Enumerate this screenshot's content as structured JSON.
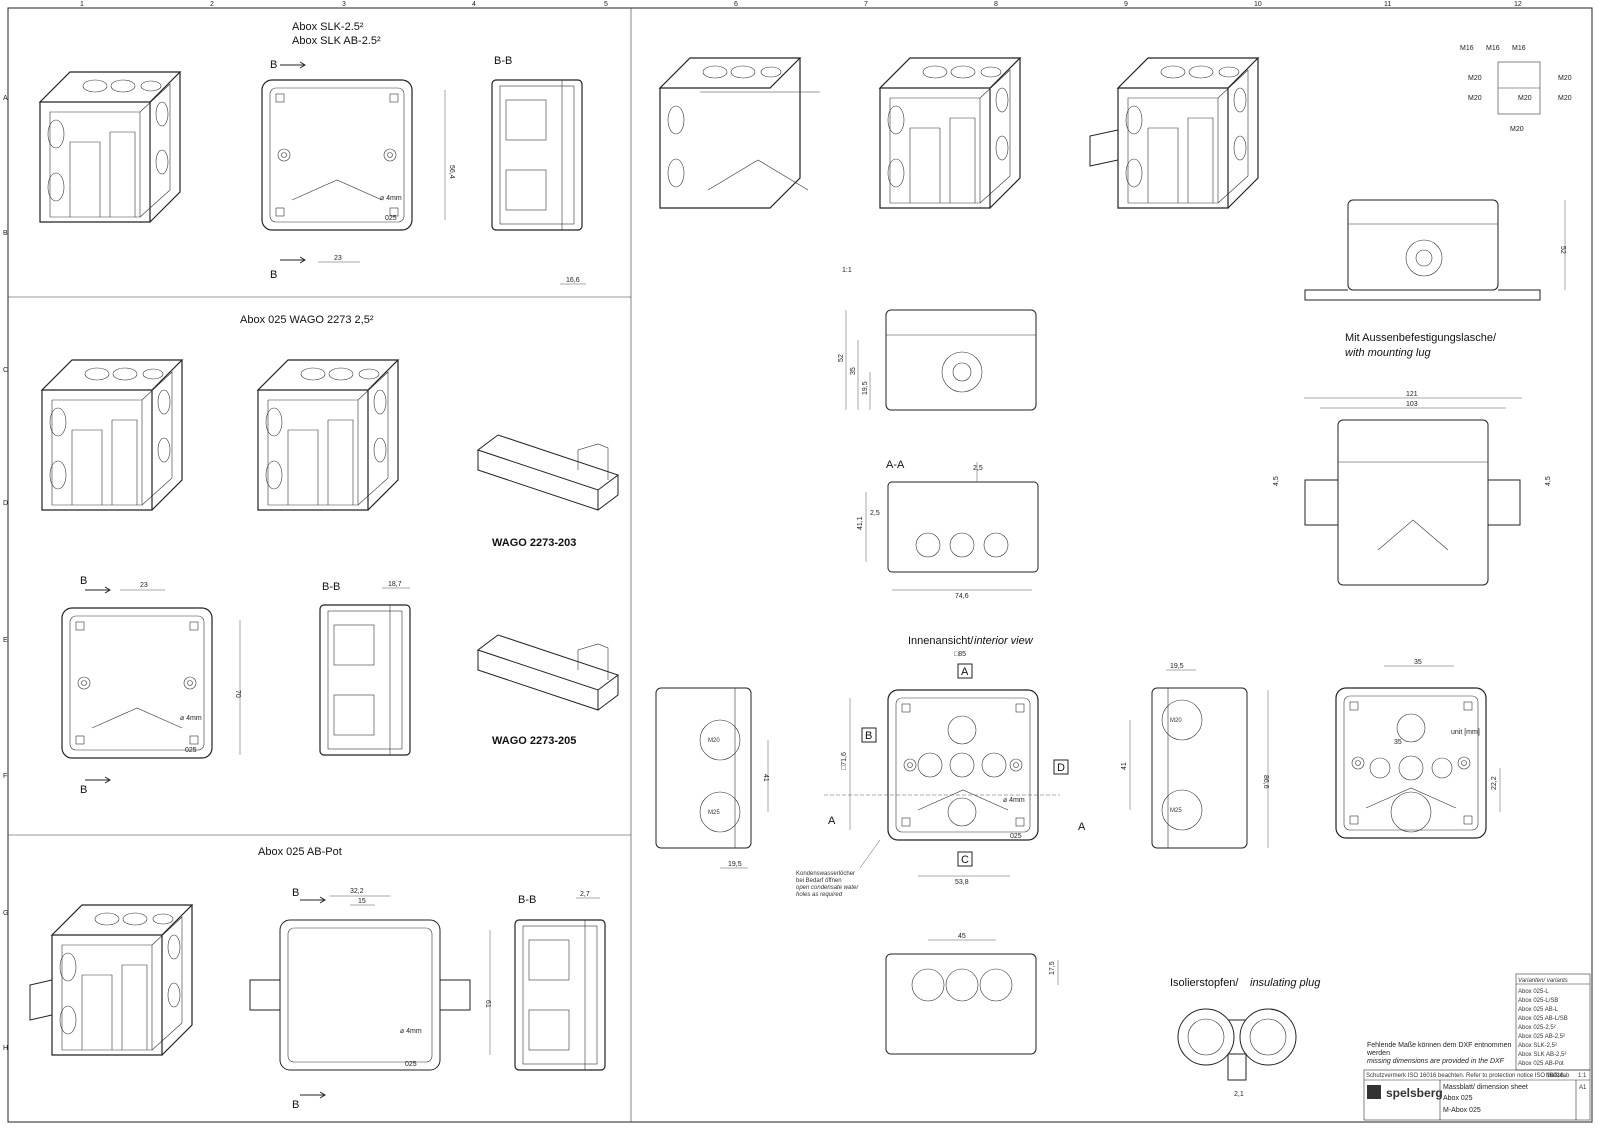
{
  "grid": {
    "columns": [
      "1",
      "2",
      "3",
      "4",
      "5",
      "6",
      "7",
      "8",
      "9",
      "10",
      "11",
      "12"
    ],
    "rows": [
      "A",
      "B",
      "C",
      "D",
      "E",
      "F",
      "G",
      "H"
    ]
  },
  "titles": {
    "slk_line1": "Abox SLK-2.5²",
    "slk_line2": "Abox SLK AB-2.5²",
    "wago_panel": "Abox 025 WAGO 2273 2,5²",
    "abpot_panel": "Abox 025 AB-Pot",
    "wago_203": "WAGO 2273-203",
    "wago_205": "WAGO 2273-205",
    "mounting_lug_de": "Mit Aussenbefestigungslasche/",
    "mounting_lug_en": "with mounting lug",
    "interior_view_de": "Innenansicht/",
    "interior_view_en": "interior view",
    "insulating_plug_de": "Isolierstopfen/",
    "insulating_plug_en": "insulating plug"
  },
  "section_labels": {
    "bb": "B-B",
    "aa": "A-A",
    "a": "A",
    "b": "B",
    "c": "C",
    "d": "D",
    "scale_note": "1:1"
  },
  "dimensions": {
    "d56_4": "56,4",
    "d23": "23",
    "d16_6": "16,6",
    "d18_7": "18,7",
    "d70": "70",
    "d32_2": "32,2",
    "d15": "15",
    "d2_7": "2,7",
    "d61": "61",
    "d52": "52",
    "d35": "35",
    "d19_5": "19,5",
    "d4_5": "4,5",
    "d2_5": "2,5",
    "d41_1": "41,1",
    "d74_6": "74,6",
    "d121": "121",
    "d103": "103",
    "d85": "□85",
    "d71_6": "□71,6",
    "d53_8": "53,8",
    "d41": "41",
    "d86_6": "86,6",
    "d22_2": "22,2",
    "d45": "45",
    "d17_5": "17,5",
    "d2_1": "2,1",
    "unit_mm": "unit [mm]"
  },
  "gland_labels": {
    "m16": "M16",
    "m20": "M20",
    "m20_oval": "M20",
    "m25_oval": "M25",
    "mark_4mm": "⌀ 4mm",
    "mark_025": "025"
  },
  "notes": {
    "condensate_de_1": "Kondenswasserlöcher",
    "condensate_de_2": "bei Bedarf öffnen",
    "condensate_en_1": "open condensate water",
    "condensate_en_2": "holes as required",
    "dxf_de_1": "Fehlende Maße können dem DXF entnommen",
    "dxf_de_2": "werden",
    "dxf_en": "missing dimensions are provided in the DXF"
  },
  "variants": {
    "header": "Varianten/ variants",
    "items": [
      "Abox 025-L",
      "Abox 025-L/SB",
      "Abox 025 AB-L",
      "Abox 025 AB-L/SB",
      "Abox 025-2,5²",
      "Abox 025 AB-2,5²",
      "Abox SLK-2,5²",
      "Abox SLK AB-2,5²",
      "Abox 025 AB-Pot"
    ]
  },
  "title_block": {
    "brand": "spelsberg",
    "doc_type": "Massblatt/ dimension sheet",
    "product": "Abox 025",
    "drawing_no": "M-Abox 025",
    "scale_label": "Maßstab",
    "scale_value": "1:1",
    "sheet": "A1",
    "protection_note": "Schutzvermerk ISO 16016 beachten. Refer to protection notice ISO 16016."
  }
}
